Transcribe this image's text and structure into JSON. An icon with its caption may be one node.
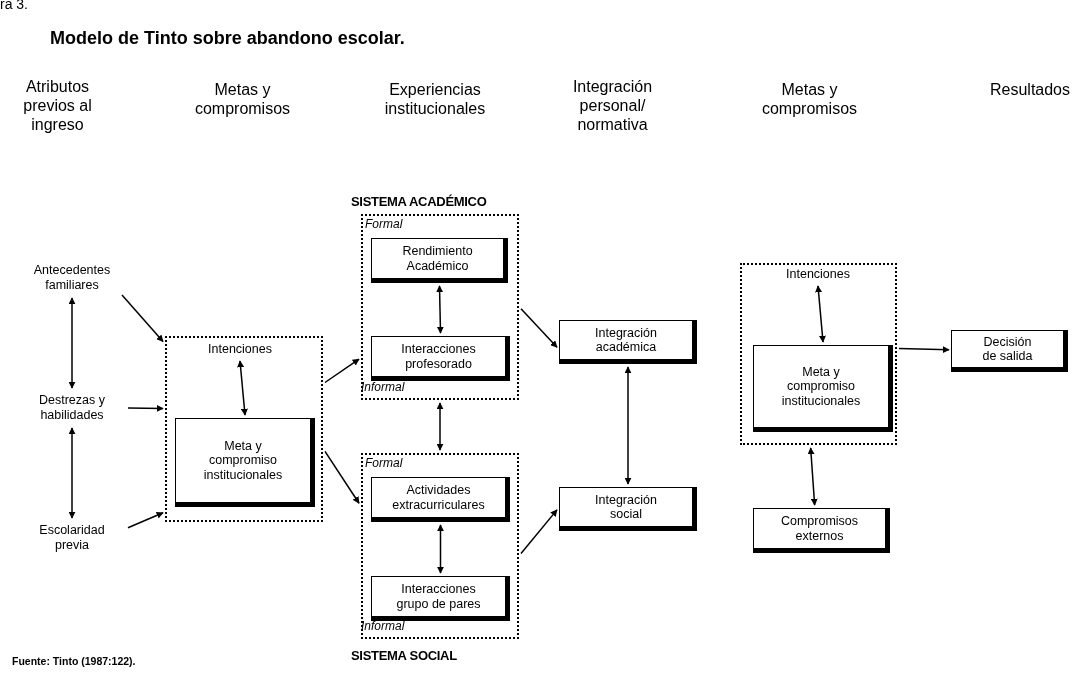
{
  "diagram": {
    "title": "Modelo de Tinto sobre abandono escolar.",
    "caption": "Fuente: Tinto (1987:122).",
    "nodes": [
      {
        "text": [
          "Antecedentes familiares"
        ]
      },
      {
        "text": [
          "Destrezas y habilidades"
        ]
      },
      {
        "text": [
          "Escolaridad previa"
        ]
      },
      {
        "text": [],
        "shape": "box"
      },
      {
        "text": [
          "Intenciones"
        ],
        "in": 3
      },
      {
        "text": [
          "Meta y compromiso institucionales"
        ],
        "in": 3
      },
      {
        "text": [
          "SISTEMA ACADÉMICO",
          "Formal",
          "Informal"
        ]
      },
      {
        "text": [
          "Rendimiento Académico"
        ],
        "in": 6
      },
      {
        "text": [
          "Interacciones profesorado"
        ],
        "in": 6
      },
      {
        "text": [
          "Formal",
          "Informal",
          "SISTEMA SOCIAL"
        ]
      },
      {
        "text": [
          "Actividades extracurriculares"
        ],
        "in": 9
      },
      {
        "text": [
          "Interacciones grupo de pares"
        ],
        "in": 9
      },
      {
        "text": [
          "Integración académica"
        ]
      },
      {
        "text": [
          "Integración social"
        ]
      },
      {
        "text": [],
        "shape": "box"
      },
      {
        "text": [
          "Intenciones"
        ],
        "in": 14
      },
      {
        "text": [
          "Meta y compromiso institucionales"
        ],
        "in": 14
      },
      {
        "text": [
          "Compromisos externos"
        ]
      },
      {
        "text": [
          "Decisión de salida"
        ]
      }
    ],
    "edges": [
      {
        "from": 0,
        "to": 1,
        "arrow": "both"
      },
      {
        "from": 1,
        "to": 2,
        "arrow": "both"
      },
      {
        "from": 0,
        "to": 3,
        "arrow": "to"
      },
      {
        "from": 1,
        "to": 3,
        "arrow": "to"
      },
      {
        "from": 2,
        "to": 3,
        "arrow": "to"
      },
      {
        "from": 4,
        "to": 5,
        "arrow": "both"
      },
      {
        "from": 3,
        "to": 6,
        "arrow": "to"
      },
      {
        "from": 3,
        "to": 9,
        "arrow": "to"
      },
      {
        "from": 7,
        "to": 8,
        "arrow": "both"
      },
      {
        "from": 6,
        "to": 9,
        "arrow": "both"
      },
      {
        "from": 10,
        "to": 11,
        "arrow": "both"
      },
      {
        "from": 6,
        "to": 12,
        "arrow": "to"
      },
      {
        "from": 9,
        "to": 13,
        "arrow": "to"
      },
      {
        "from": 12,
        "to": 13,
        "arrow": "both"
      },
      {
        "from": 15,
        "to": 16,
        "arrow": "both"
      },
      {
        "from": 14,
        "to": 17,
        "arrow": "both"
      },
      {
        "from": 14,
        "to": 18,
        "arrow": "to"
      }
    ],
    "labels": [
      "ra 3.",
      "Atributos previos al ingreso",
      "Metas y compromisos",
      "Experiencias institucionales",
      "Integración personal/ normativa",
      "Metas y compromisos",
      "Resultados"
    ]
  }
}
